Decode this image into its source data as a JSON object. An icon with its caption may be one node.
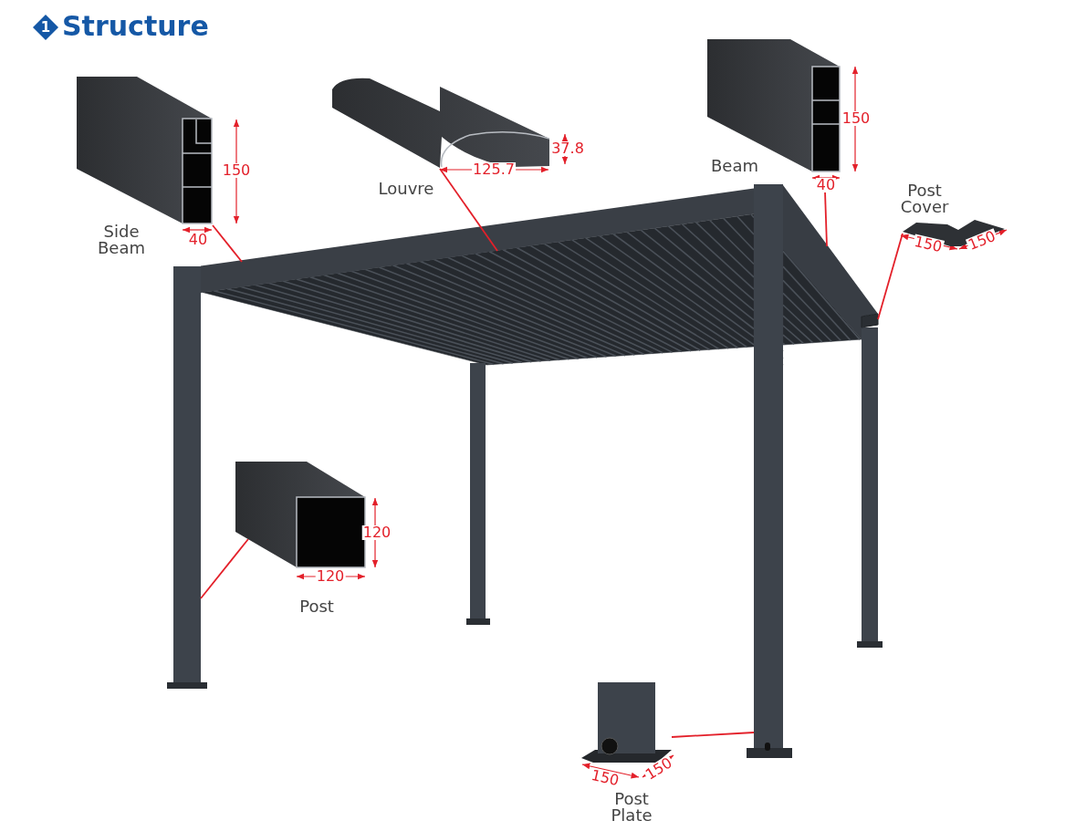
{
  "diagram": {
    "title": "Structure",
    "nodes": [
      {
        "text": [
          "Side Beam"
        ]
      },
      {
        "text": [
          "Louvre"
        ]
      },
      {
        "text": [
          "Beam"
        ]
      },
      {
        "text": [
          "Post Cover"
        ]
      },
      {
        "text": [
          "Post"
        ]
      },
      {
        "text": [
          "Post Plate"
        ]
      },
      {
        "text": [],
        "shape": "bar"
      },
      {
        "text": [],
        "shape": "picture"
      },
      {
        "text": [],
        "shape": "bar"
      },
      {
        "text": [],
        "shape": "box"
      },
      {
        "text": [],
        "shape": "bar"
      },
      {
        "text": [],
        "shape": "bar"
      },
      {
        "text": [],
        "shape": "bar"
      },
      {
        "text": [],
        "shape": "bar"
      }
    ],
    "edges": [
      {
        "from": 0,
        "to": 6,
        "arrow": "none"
      },
      {
        "from": 1,
        "to": 7,
        "arrow": "none"
      },
      {
        "from": 2,
        "to": 8,
        "arrow": "none"
      },
      {
        "from": 3,
        "to": 9,
        "arrow": "none"
      },
      {
        "from": 4,
        "to": 10,
        "arrow": "none"
      },
      {
        "from": 5,
        "to": 11,
        "arrow": "none"
      }
    ],
    "labels": [
      "1",
      "150",
      "40",
      "37.8",
      "125.7",
      "150",
      "40",
      "150",
      "150",
      "120",
      "120",
      "150",
      "150"
    ]
  }
}
